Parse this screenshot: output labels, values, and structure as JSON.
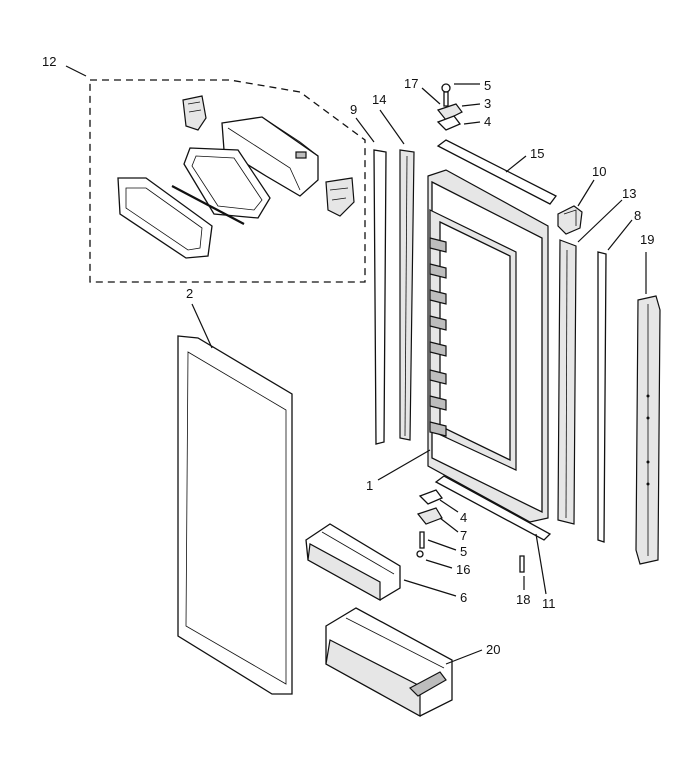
{
  "diagram": {
    "type": "exploded parts diagram",
    "callouts": [
      {
        "id": "c1",
        "label": "1"
      },
      {
        "id": "c2",
        "label": "2"
      },
      {
        "id": "c3",
        "label": "3"
      },
      {
        "id": "c4a",
        "label": "4"
      },
      {
        "id": "c4b",
        "label": "4"
      },
      {
        "id": "c5a",
        "label": "5"
      },
      {
        "id": "c5b",
        "label": "5"
      },
      {
        "id": "c6",
        "label": "6"
      },
      {
        "id": "c7",
        "label": "7"
      },
      {
        "id": "c8",
        "label": "8"
      },
      {
        "id": "c9",
        "label": "9"
      },
      {
        "id": "c10",
        "label": "10"
      },
      {
        "id": "c11",
        "label": "11"
      },
      {
        "id": "c12",
        "label": "12"
      },
      {
        "id": "c13",
        "label": "13"
      },
      {
        "id": "c14",
        "label": "14"
      },
      {
        "id": "c15",
        "label": "15"
      },
      {
        "id": "c16",
        "label": "16"
      },
      {
        "id": "c17",
        "label": "17"
      },
      {
        "id": "c18",
        "label": "18"
      },
      {
        "id": "c19",
        "label": "19"
      },
      {
        "id": "c20",
        "label": "20"
      }
    ]
  }
}
